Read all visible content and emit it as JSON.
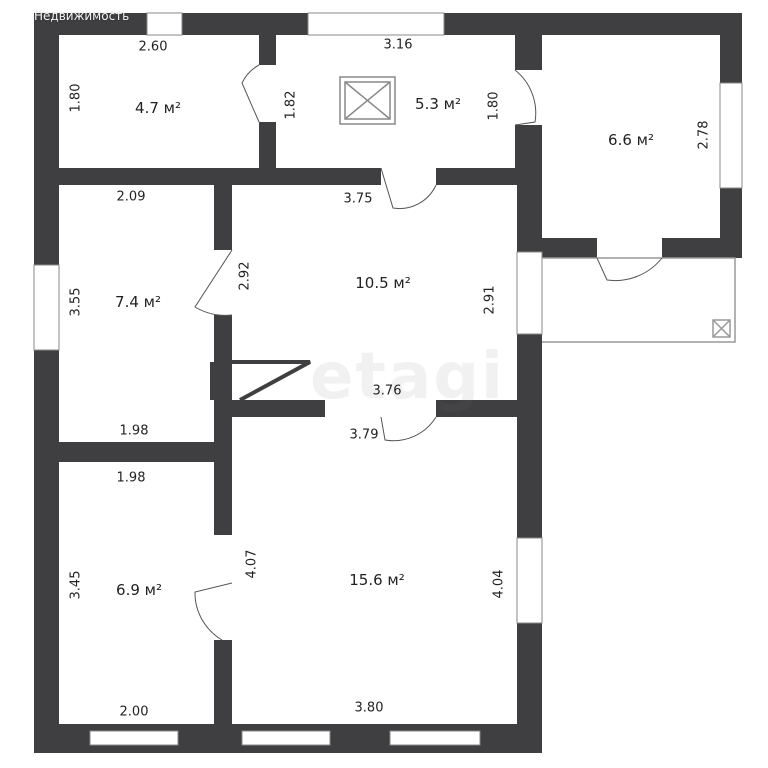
{
  "watermark": "Недвижимость",
  "brand_watermark": "etagi",
  "rooms": [
    {
      "id": "room-top-left",
      "area": "4.7 м²",
      "dims": [
        "2.60",
        "1.80"
      ]
    },
    {
      "id": "room-top-middle",
      "area": "5.3 м²",
      "dims": [
        "3.16",
        "1.82",
        "1.80"
      ]
    },
    {
      "id": "room-top-right",
      "area": "6.6 м²",
      "dims": [
        "2.78"
      ]
    },
    {
      "id": "room-left-upper",
      "area": "7.4 м²",
      "dims": [
        "2.09",
        "3.55",
        "1.98"
      ]
    },
    {
      "id": "room-center-upper",
      "area": "10.5 м²",
      "dims": [
        "3.75",
        "2.92",
        "2.91",
        "3.76"
      ]
    },
    {
      "id": "room-left-lower",
      "area": "6.9 м²",
      "dims": [
        "1.98",
        "3.45",
        "2.00"
      ]
    },
    {
      "id": "room-center-lower",
      "area": "15.6 м²",
      "dims": [
        "3.79",
        "4.07",
        "4.04",
        "3.80"
      ]
    }
  ],
  "colors": {
    "wall": "#3f3f41",
    "window": "#ffffff",
    "line": "#777777"
  }
}
